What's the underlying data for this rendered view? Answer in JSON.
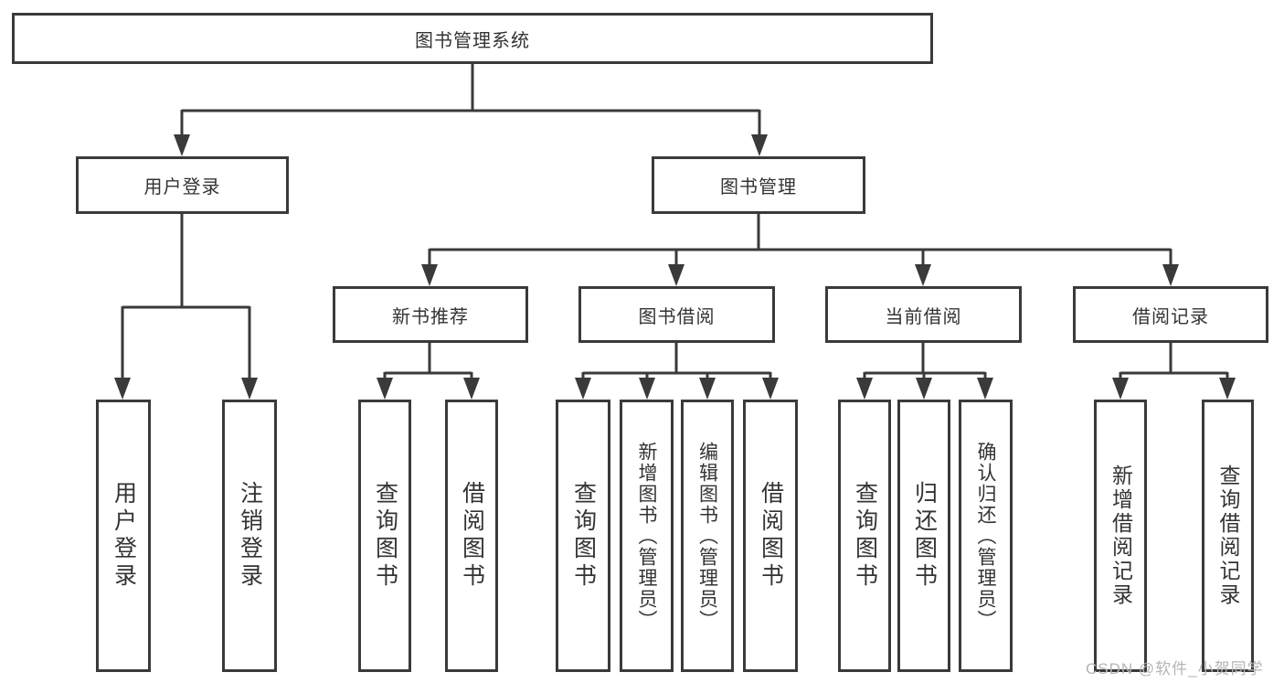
{
  "diagram_type": "function-tree",
  "tree": {
    "label": "图书管理系统",
    "children": [
      {
        "label": "用户登录",
        "children": [
          {
            "label": "用户登录"
          },
          {
            "label": "注销登录"
          }
        ]
      },
      {
        "label": "图书管理",
        "children": [
          {
            "label": "新书推荐",
            "children": [
              {
                "label": "查询图书"
              },
              {
                "label": "借阅图书"
              }
            ]
          },
          {
            "label": "图书借阅",
            "children": [
              {
                "label": "查询图书"
              },
              {
                "label": "新增图书（管理员）"
              },
              {
                "label": "编辑图书（管理员）"
              },
              {
                "label": "借阅图书"
              }
            ]
          },
          {
            "label": "当前借阅",
            "children": [
              {
                "label": "查询图书"
              },
              {
                "label": "归还图书"
              },
              {
                "label": "确认归还（管理员）"
              }
            ]
          },
          {
            "label": "借阅记录",
            "children": [
              {
                "label": "新增借阅记录"
              },
              {
                "label": "查询借阅记录"
              }
            ]
          }
        ]
      }
    ]
  },
  "watermark": {
    "text": "CSDN @软件_小贺同学"
  },
  "colors": {
    "line": "#3a3a3a",
    "text": "#333333",
    "background": "#ffffff",
    "watermark": "#b5b5b5"
  }
}
